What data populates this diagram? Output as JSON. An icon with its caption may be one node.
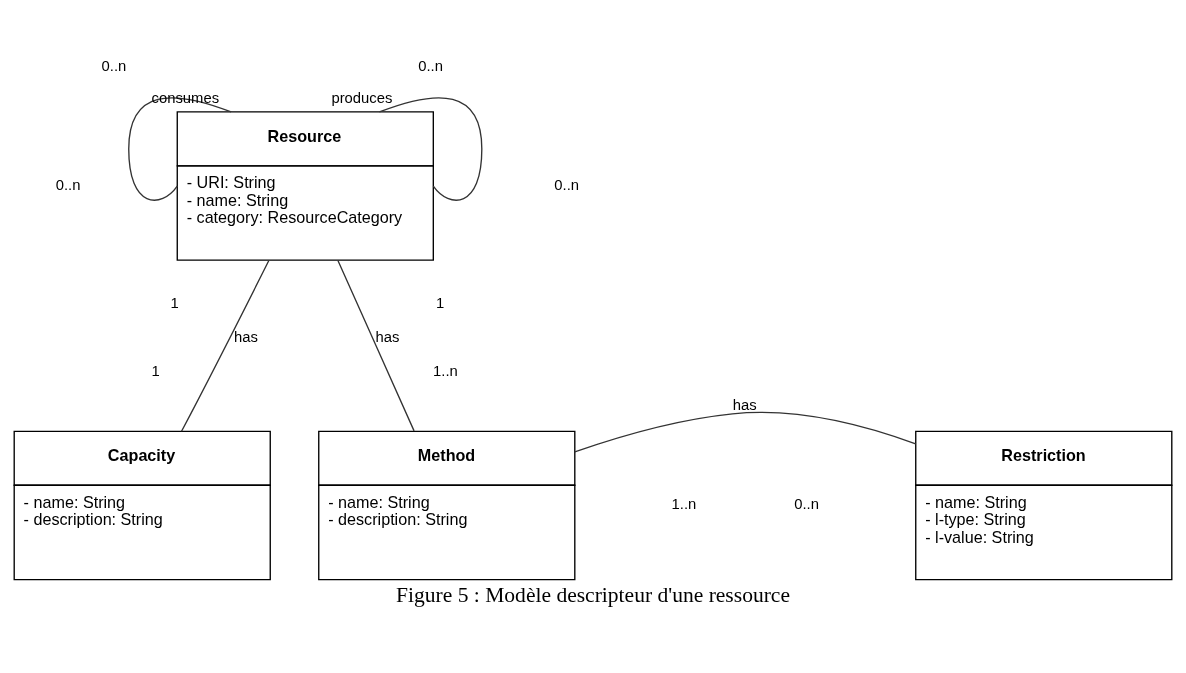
{
  "diagram": {
    "caption": "Figure 5 : Modèle descripteur d'une ressource",
    "nodes": [
      {
        "text": [
          "Resource",
          "- URI: String",
          "- name: String",
          "- category: ResourceCategory"
        ]
      },
      {
        "text": [
          "Capacity",
          "- name: String",
          "- description: String"
        ]
      },
      {
        "text": [
          "Method",
          "- name: String",
          "- description: String"
        ]
      },
      {
        "text": [
          "Restriction",
          "- name: String",
          "- l-type: String",
          "- l-value: String"
        ]
      }
    ],
    "edges": [
      {
        "from": 0,
        "to": 0,
        "arrow": "none",
        "label": "consumes"
      },
      {
        "from": 0,
        "to": 0,
        "arrow": "none",
        "label": "produces"
      },
      {
        "from": 0,
        "to": 1,
        "arrow": "none",
        "label": "has"
      },
      {
        "from": 0,
        "to": 2,
        "arrow": "none",
        "label": "has"
      },
      {
        "from": 2,
        "to": 3,
        "arrow": "none",
        "label": "has"
      }
    ],
    "labels": [
      "0..n",
      "0..n",
      "0..n",
      "0..n",
      "1",
      "1",
      "1",
      "1..n",
      "1..n",
      "0..n"
    ]
  }
}
